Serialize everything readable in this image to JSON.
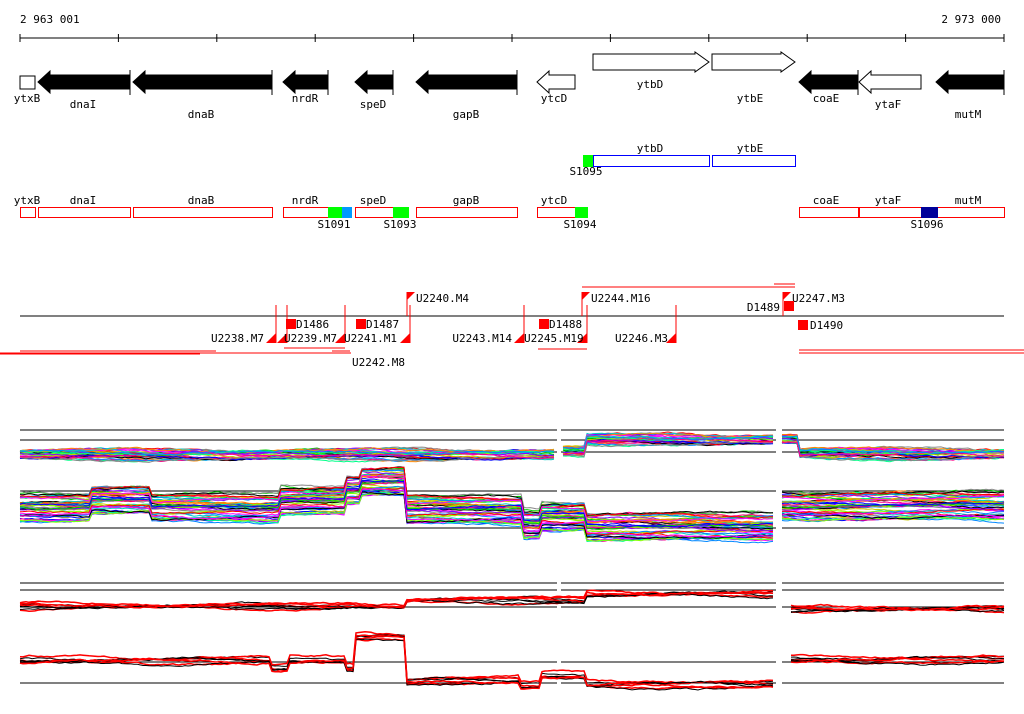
{
  "ruler": {
    "start_label": "2 963 001",
    "end_label": "2 973 000"
  },
  "genes": [
    {
      "name": "ytxB",
      "strand": "-",
      "style": "open"
    },
    {
      "name": "dnaI",
      "strand": "-",
      "style": "filled"
    },
    {
      "name": "dnaB",
      "strand": "-",
      "style": "filled"
    },
    {
      "name": "nrdR",
      "strand": "-",
      "style": "filled"
    },
    {
      "name": "speD",
      "strand": "-",
      "style": "filled"
    },
    {
      "name": "gapB",
      "strand": "-",
      "style": "filled"
    },
    {
      "name": "ytcD",
      "strand": "-",
      "style": "open"
    },
    {
      "name": "ytbD",
      "strand": "+",
      "style": "open"
    },
    {
      "name": "ytbE",
      "strand": "+",
      "style": "open"
    },
    {
      "name": "coaE",
      "strand": "-",
      "style": "filled"
    },
    {
      "name": "ytaF",
      "strand": "-",
      "style": "open"
    },
    {
      "name": "mutM",
      "strand": "-",
      "style": "filled"
    }
  ],
  "plus_track": {
    "genes": [
      "ytbD",
      "ytbE"
    ],
    "sites": [
      "S1095"
    ]
  },
  "minus_track": {
    "genes": [
      "ytxB",
      "dnaI",
      "dnaB",
      "nrdR",
      "speD",
      "gapB",
      "ytcD",
      "coaE",
      "ytaF",
      "mutM"
    ],
    "sites": [
      "S1091",
      "S1093",
      "S1094",
      "S1096"
    ]
  },
  "features": {
    "upshifts": [
      "U2238.M7",
      "U2239.M7",
      "U2241.M1",
      "U2242.M8",
      "U2240.M4",
      "U2243.M14",
      "U2245.M19",
      "U2244.M16",
      "U2246.M3",
      "U2247.M3"
    ],
    "downshifts": [
      "D1486",
      "D1487",
      "D1488",
      "D1489",
      "D1490"
    ]
  },
  "colors": {
    "site_green": "#00ff00",
    "site_blue": "#0099ff",
    "site_navy": "#000099",
    "feature_red": "#ff0000",
    "plus_blue": "#0000ff"
  }
}
